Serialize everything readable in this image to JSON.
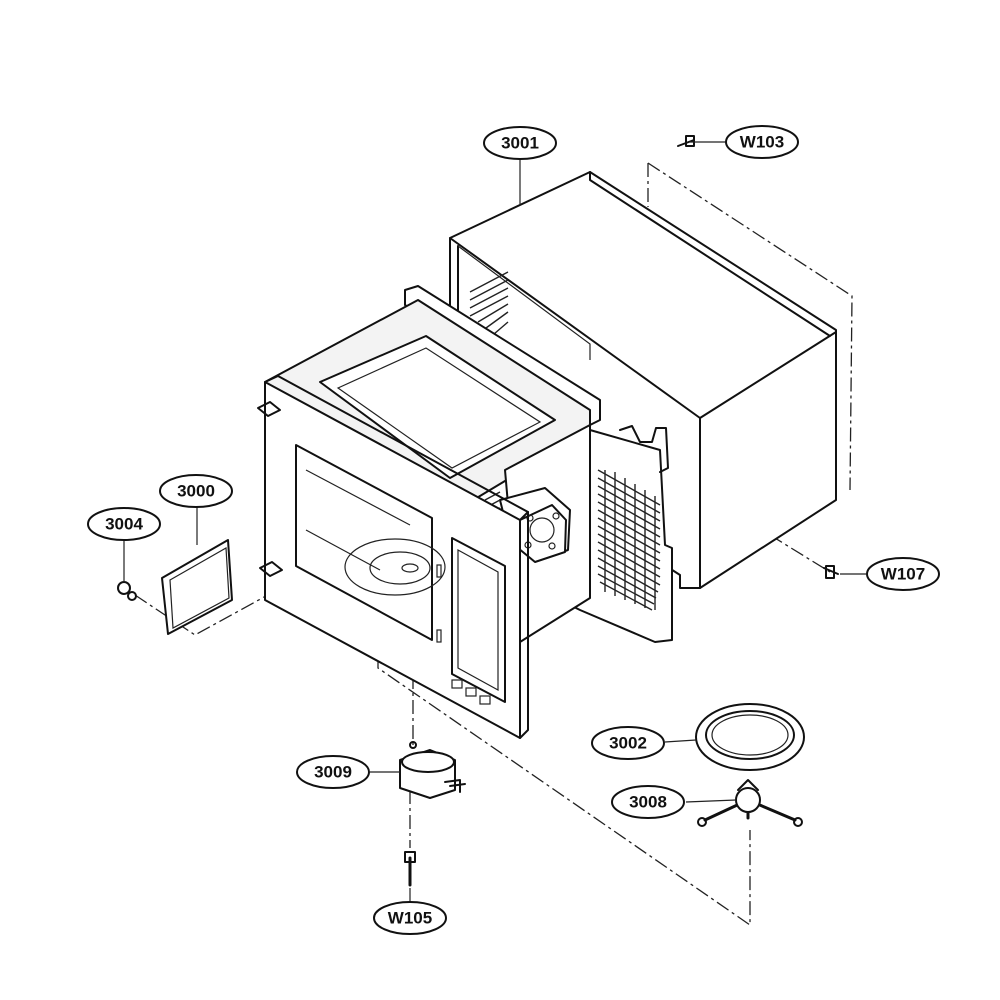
{
  "callouts": {
    "p3000": "3000",
    "p3001": "3001",
    "p3002": "3002",
    "p3004": "3004",
    "p3008": "3008",
    "p3009": "3009",
    "w103": "W103",
    "w105": "W105",
    "w107": "W107"
  }
}
